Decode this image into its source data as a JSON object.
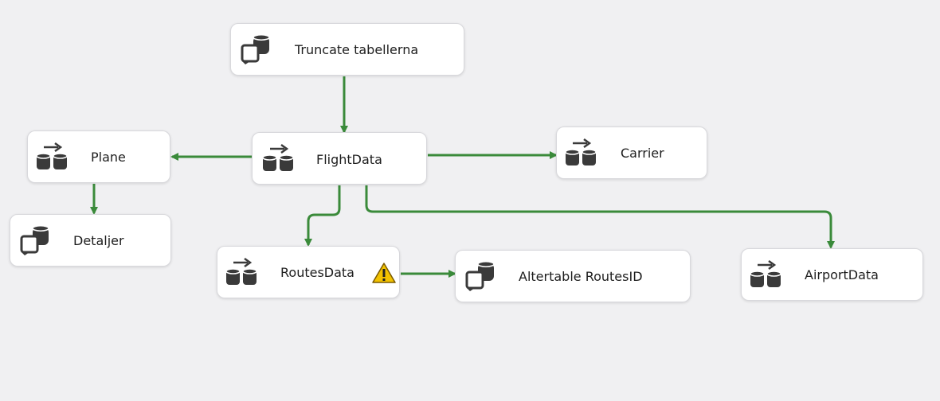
{
  "tasks": {
    "truncate": {
      "label": "Truncate tabellerna",
      "icon": "sql-task-icon"
    },
    "flightdata": {
      "label": "FlightData",
      "icon": "data-flow-icon"
    },
    "plane": {
      "label": "Plane",
      "icon": "data-flow-icon"
    },
    "carrier": {
      "label": "Carrier",
      "icon": "data-flow-icon"
    },
    "detaljer": {
      "label": "Detaljer",
      "icon": "sql-task-icon"
    },
    "routesdata": {
      "label": "RoutesData",
      "icon": "data-flow-icon",
      "warning": "warning-icon"
    },
    "altertable": {
      "label": "Altertable RoutesID",
      "icon": "sql-task-icon"
    },
    "airportdata": {
      "label": "AirportData",
      "icon": "data-flow-icon"
    }
  },
  "colors": {
    "connector": "#3a8a3a",
    "background": "#f0f0f2",
    "icon": "#3a3a3a",
    "warning": "#f2c200"
  }
}
